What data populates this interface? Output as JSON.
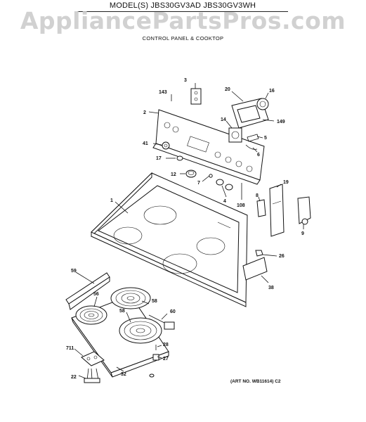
{
  "header": {
    "model": "MODEL(S) JBS30GV3AD  JBS30GV3WH",
    "watermark": "AppliancePartsPros.com",
    "subtitle": "CONTROL PANEL & COOKTOP"
  },
  "footer": {
    "art_number": "(ART NO. WB11614) C2"
  },
  "callouts": [
    "143",
    "3",
    "20",
    "16",
    "2",
    "149",
    "14",
    "5",
    "41",
    "6",
    "17",
    "12",
    "7",
    "19",
    "4",
    "8",
    "1",
    "108",
    "9",
    "26",
    "59",
    "38",
    "56",
    "58",
    "58",
    "60",
    "711",
    "28",
    "27",
    "22",
    "32"
  ]
}
